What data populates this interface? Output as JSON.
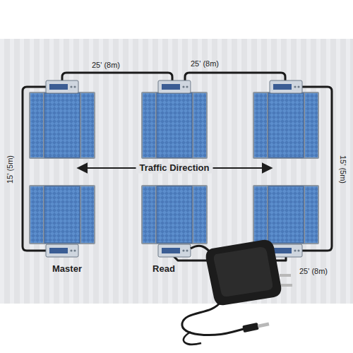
{
  "diagram": {
    "labels": [
      "25' (8m)",
      "25' (8m)",
      "15' (5m)",
      "Traffic Direction",
      "15' (5m)",
      "Master",
      "Read",
      "25' (8m)"
    ]
  }
}
